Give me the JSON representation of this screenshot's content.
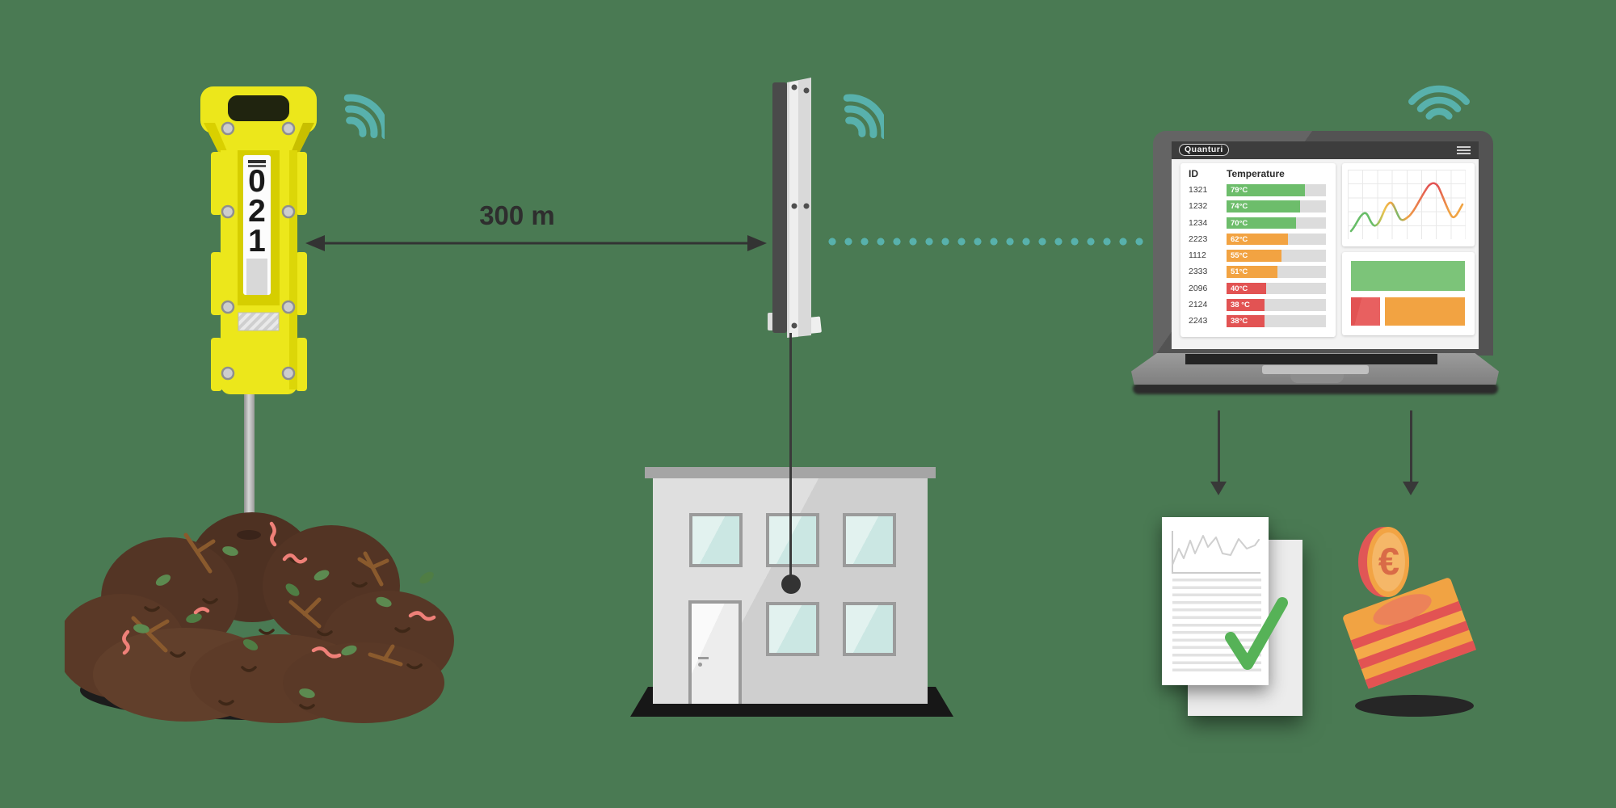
{
  "scene_title": "Quanturi compost temperature monitoring diagram",
  "distance_label": "300 m",
  "probe": {
    "display": "021"
  },
  "laptop": {
    "logo": "Quanturi",
    "menu_icon": "hamburger-icon",
    "table": {
      "col_id": "ID",
      "col_temp": "Temperature",
      "rows": [
        {
          "id": "1321",
          "temp": "79°C",
          "value": 79,
          "level": "green"
        },
        {
          "id": "1232",
          "temp": "74°C",
          "value": 74,
          "level": "green"
        },
        {
          "id": "1234",
          "temp": "70°C",
          "value": 70,
          "level": "green"
        },
        {
          "id": "2223",
          "temp": "62°C",
          "value": 62,
          "level": "orange"
        },
        {
          "id": "1112",
          "temp": "55°C",
          "value": 55,
          "level": "orange"
        },
        {
          "id": "2333",
          "temp": "51°C",
          "value": 51,
          "level": "orange"
        },
        {
          "id": "2096",
          "temp": "40°C",
          "value": 40,
          "level": "red"
        },
        {
          "id": "2124",
          "temp": "38 °C",
          "value": 38,
          "level": "red"
        },
        {
          "id": "2243",
          "temp": "38°C",
          "value": 38,
          "level": "red"
        }
      ]
    },
    "trend_chart": {
      "type": "line",
      "description": "unlabeled temperature trend curve, green-orange-red"
    },
    "summary_chart": {
      "type": "bar",
      "blocks": [
        "green",
        "red",
        "orange"
      ]
    }
  },
  "money": {
    "currency_symbol": "€"
  },
  "colors": {
    "background": "#4a7a53",
    "teal": "#58b1ac",
    "green": "#6dbd6b",
    "orange": "#f2a342",
    "red": "#e25353",
    "probe_yellow": "#ece71b",
    "check_green": "#56b257",
    "arrow_dark": "#333333"
  }
}
